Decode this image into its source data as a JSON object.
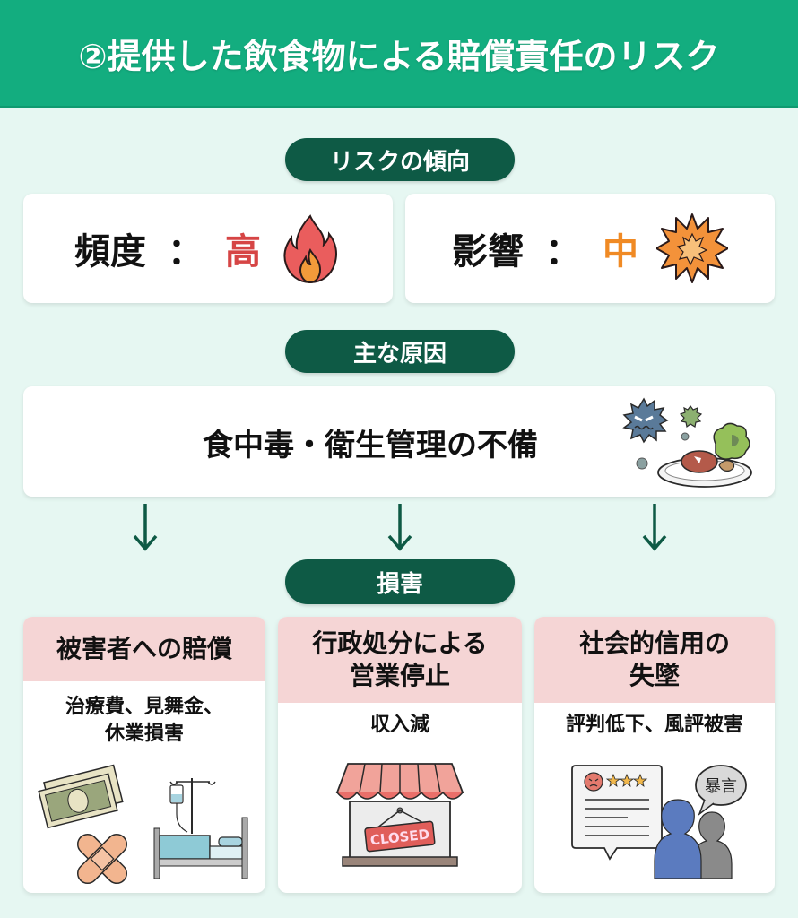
{
  "header": {
    "title": "②提供した飲食物による賠償責任のリスク"
  },
  "trend_section": {
    "label": "リスクの傾向",
    "frequency": {
      "label": "頻度",
      "colon": "：",
      "value": "高",
      "value_color": "#d64545",
      "icon": "fire-icon"
    },
    "impact": {
      "label": "影響",
      "colon": "：",
      "value": "中",
      "value_color": "#f08a24",
      "icon": "explosion-icon"
    }
  },
  "cause_section": {
    "label": "主な原因",
    "text": "食中毒・衛生管理の不備",
    "icon": "germs-and-spoiled-food-icon"
  },
  "damage_section": {
    "label": "損害",
    "cards": [
      {
        "title": "被害者への賠償",
        "detail_line1": "治療費、見舞金、",
        "detail_line2": "休業損害",
        "icon": "money-bandage-hospital-bed-icon"
      },
      {
        "title_line1": "行政処分による",
        "title_line2": "営業停止",
        "detail": "収入減",
        "icon": "closed-shop-icon",
        "sign_text": "CLOSED"
      },
      {
        "title_line1": "社会的信用の",
        "title_line2": "失墜",
        "detail": "評判低下、風評被害",
        "icon": "bad-review-icon",
        "bubble_text": "暴言"
      }
    ]
  },
  "colors": {
    "header_bg": "#13ad7f",
    "pill_bg": "#0e5a45",
    "page_bg": "#e6f7f2",
    "card_head_bg": "#f5d5d5"
  }
}
